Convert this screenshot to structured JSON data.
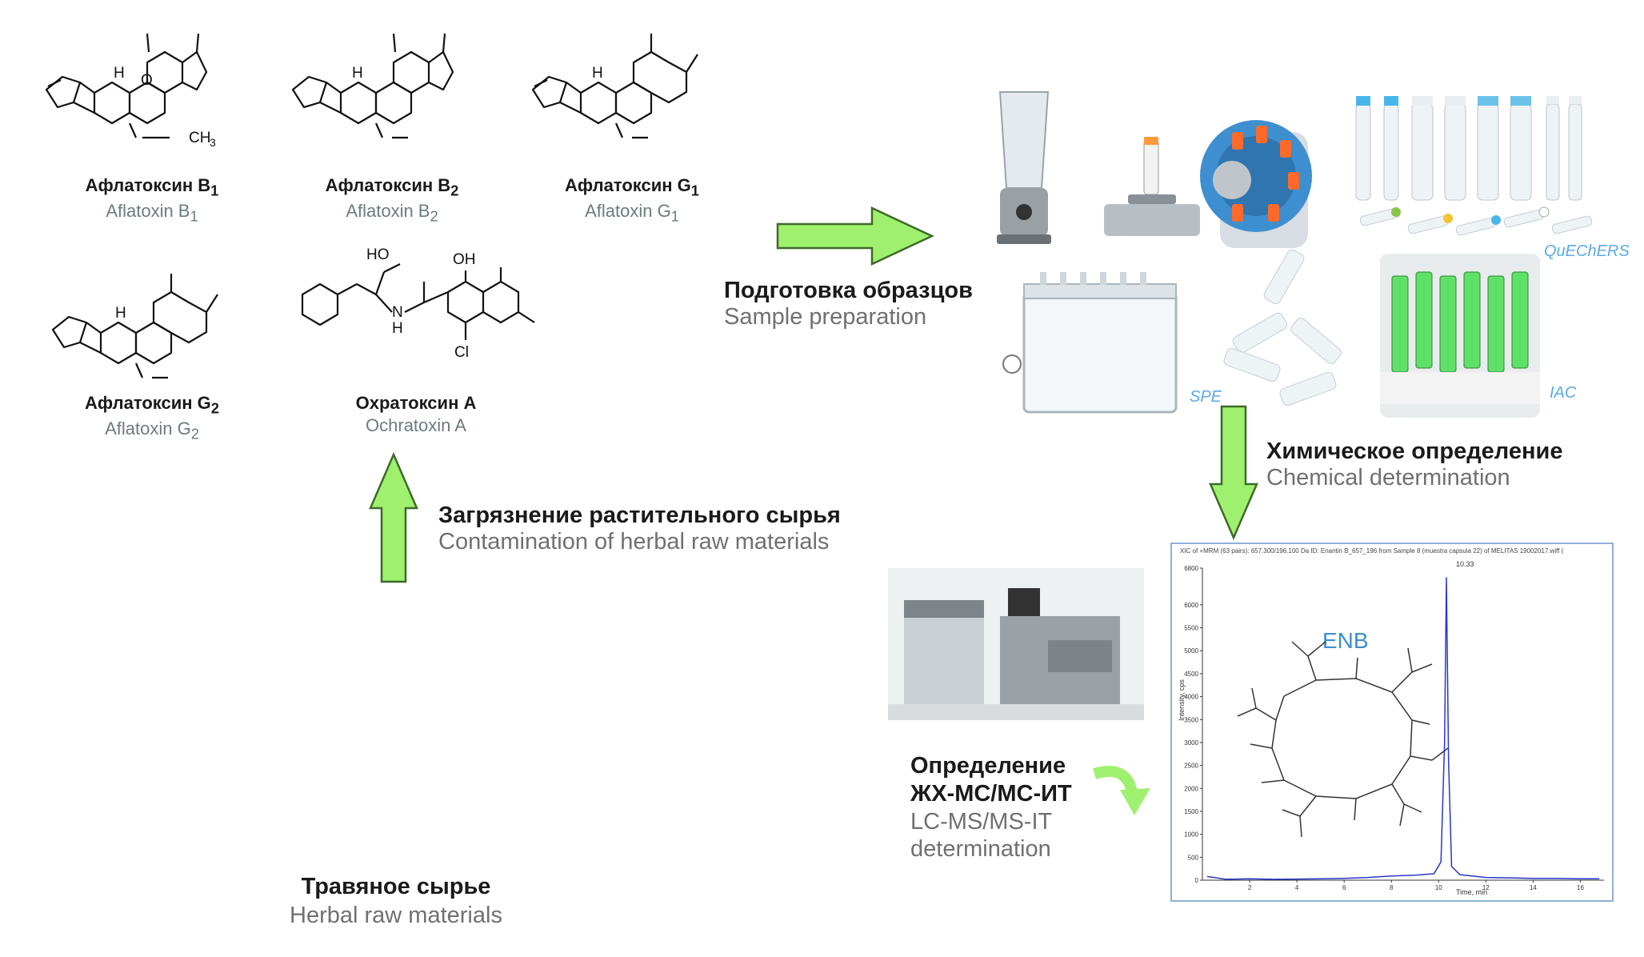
{
  "molecules": [
    {
      "ru": "Афлатоксин B",
      "ru_sub": "1",
      "en": "Aflatoxin B",
      "en_sub": "1"
    },
    {
      "ru": "Афлатоксин B",
      "ru_sub": "2",
      "en": "Aflatoxin B",
      "en_sub": "2"
    },
    {
      "ru": "Афлатоксин G",
      "ru_sub": "1",
      "en": "Aflatoxin G",
      "en_sub": "1"
    },
    {
      "ru": "Афлатоксин G",
      "ru_sub": "2",
      "en": "Aflatoxin G",
      "en_sub": "2"
    },
    {
      "ru": "Охратоксин A",
      "ru_sub": "",
      "en": "Ochratoxin A",
      "en_sub": ""
    }
  ],
  "atoms": {
    "o": "O",
    "h": "H",
    "ch3": "CH",
    "ch3_sub": "3",
    "ho": "HO",
    "oh": "OH",
    "nh_n": "N",
    "nh_h": "H",
    "cl": "Cl"
  },
  "steps": {
    "sample_prep": {
      "ru": "Подготовка образцов",
      "en": "Sample preparation"
    },
    "chem_det": {
      "ru": "Химическое определение",
      "en": "Chemical determination"
    },
    "contamination": {
      "ru": "Загрязнение растительного сырья",
      "en": "Contamination of herbal raw materials"
    },
    "herbal": {
      "ru": "Травяное сырье",
      "en": "Herbal raw materials"
    },
    "lcms": {
      "ru1": "Определение",
      "ru2": "ЖХ-МС/МС-ИТ",
      "en1": "LC-MS/MS-IT",
      "en2": "determination"
    }
  },
  "equipment_tags": {
    "quechers": "QuEChERS",
    "spe": "SPE",
    "iac": "IAC"
  },
  "chromatogram": {
    "header": "XIC of +MRM (63 pairs): 657.300/196.100 Da ID: Enantin B_657_196 from Sample 8 (muestra capsula 22) of MELITAS 19002017.wiff (",
    "compound": "ENB",
    "peak_label": "10.33",
    "y_axis_title": "Intensity, cps",
    "x_axis_title": "Time, min",
    "y_ticks": [
      "6800",
      "6000",
      "5500",
      "5000",
      "4500",
      "4000",
      "3500",
      "3000",
      "2500",
      "2000",
      "1500",
      "1000",
      "500",
      "0"
    ],
    "x_ticks": [
      "2",
      "4",
      "6",
      "8",
      "10",
      "12",
      "14",
      "16"
    ]
  },
  "chart_data": {
    "type": "line",
    "title": "",
    "xlabel": "Time, min",
    "ylabel": "Intensity, cps",
    "xlim": [
      0,
      17
    ],
    "ylim": [
      0,
      6800
    ],
    "series": [
      {
        "x": [
          0.2,
          1,
          2,
          3,
          4,
          5,
          6,
          7,
          8,
          9,
          9.8,
          10.1,
          10.25,
          10.33,
          10.42,
          10.55,
          10.9,
          12,
          13,
          14,
          15,
          16,
          16.8
        ],
        "y": [
          80,
          20,
          30,
          20,
          25,
          30,
          40,
          60,
          90,
          110,
          140,
          400,
          3000,
          6600,
          2600,
          300,
          120,
          60,
          50,
          40,
          40,
          30,
          30
        ]
      }
    ],
    "colors": [
      "#2b36c9"
    ]
  }
}
